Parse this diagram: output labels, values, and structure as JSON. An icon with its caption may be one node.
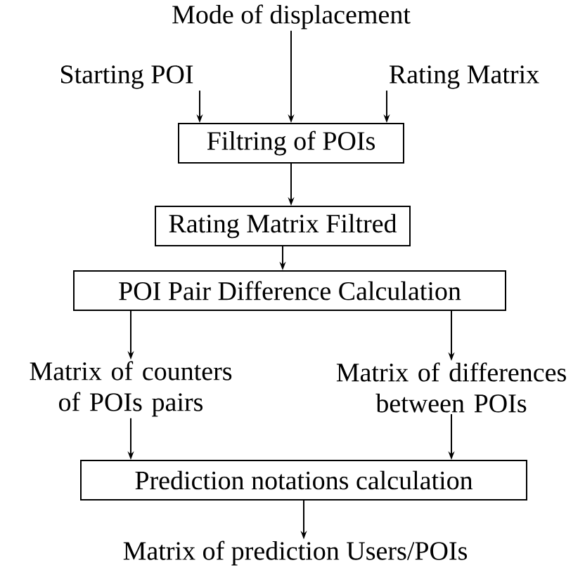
{
  "diagram": {
    "nodes": [
      {
        "text": [
          "Mode of displacement"
        ]
      },
      {
        "text": [
          "Starting POI"
        ]
      },
      {
        "text": [
          "Rating Matrix"
        ]
      },
      {
        "text": [
          "Filtring of POIs"
        ]
      },
      {
        "text": [
          "Rating Matrix Filtred"
        ]
      },
      {
        "text": [
          "POI Pair Difference Calculation"
        ]
      },
      {
        "text": [
          "Matrix of counters of POIs pairs"
        ]
      },
      {
        "text": [
          "Matrix of differences between POIs"
        ]
      },
      {
        "text": [
          "Prediction notations calculation"
        ]
      },
      {
        "text": [
          "Matrix of prediction Users/POIs"
        ]
      }
    ],
    "edges": [
      {
        "from": 1,
        "to": 3,
        "arrow": "to"
      },
      {
        "from": 0,
        "to": 3,
        "arrow": "to"
      },
      {
        "from": 2,
        "to": 3,
        "arrow": "to"
      },
      {
        "from": 3,
        "to": 4,
        "arrow": "to"
      },
      {
        "from": 4,
        "to": 5,
        "arrow": "to"
      },
      {
        "from": 5,
        "to": 6,
        "arrow": "to"
      },
      {
        "from": 5,
        "to": 7,
        "arrow": "to"
      },
      {
        "from": 6,
        "to": 8,
        "arrow": "to"
      },
      {
        "from": 7,
        "to": 8,
        "arrow": "to"
      },
      {
        "from": 8,
        "to": 9,
        "arrow": "to"
      }
    ]
  }
}
